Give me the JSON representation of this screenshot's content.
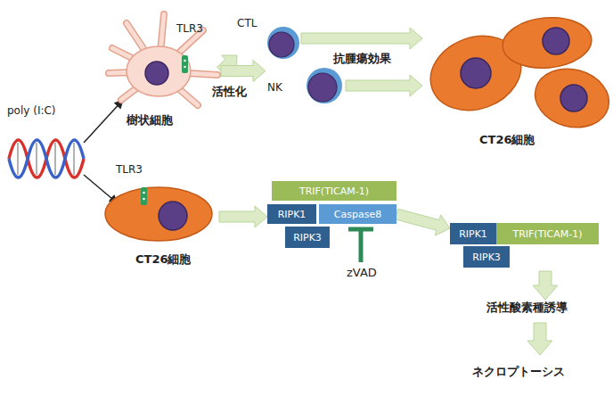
{
  "diagram": {
    "nodes": [
      {
        "text": [
          "TLR3",
          "樹状細胞"
        ]
      },
      {
        "text": [
          "CTL"
        ]
      },
      {
        "text": [
          "NK"
        ]
      },
      {
        "text": [
          "CT26細胞"
        ]
      },
      {
        "text": [
          "TLR3",
          "CT26細胞"
        ]
      },
      {
        "text": [
          "TRIF(TICAM-1)"
        ]
      },
      {
        "text": [
          "RIPK1"
        ]
      },
      {
        "text": [
          "Caspase8"
        ]
      },
      {
        "text": [
          "RIPK3"
        ]
      },
      {
        "text": [
          "RIPK1"
        ]
      },
      {
        "text": [
          "TRIF(TICAM-1)"
        ]
      },
      {
        "text": [
          "RIPK3"
        ]
      }
    ],
    "edges": [
      {
        "from": 0,
        "to": 1,
        "arrow": "to",
        "label": "活性化"
      },
      {
        "from": 0,
        "to": 2,
        "arrow": "to"
      },
      {
        "from": 1,
        "to": 3,
        "arrow": "to",
        "label": "抗腫瘍効果"
      },
      {
        "from": 2,
        "to": 3,
        "arrow": "to"
      },
      {
        "from": 4,
        "to": 6,
        "arrow": "to"
      },
      {
        "from": 7,
        "to": 9,
        "arrow": "to"
      }
    ],
    "labels": [
      "poly (I:C)",
      "zVAD",
      "活性酸素種誘導",
      "ネクロプトーシス"
    ]
  }
}
